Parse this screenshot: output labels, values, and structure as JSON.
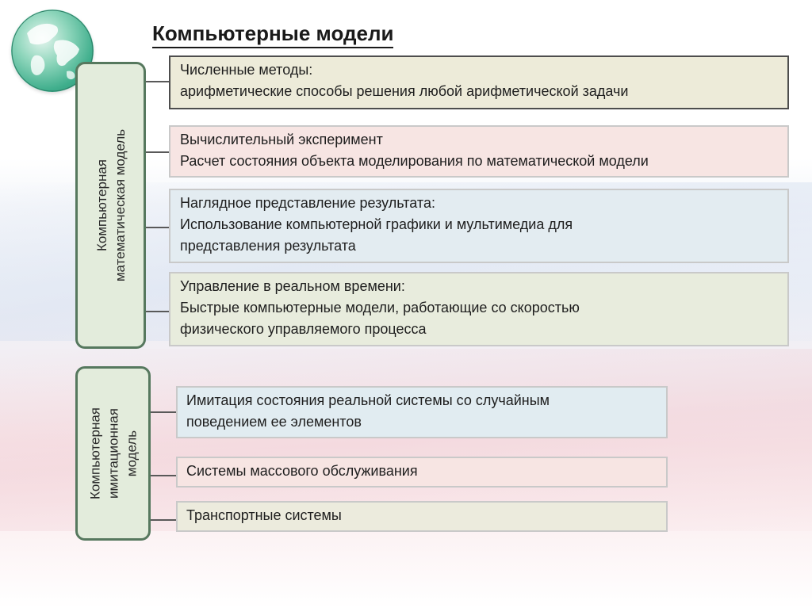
{
  "title": "Компьютерные модели",
  "groups": [
    {
      "label_lines": [
        "Компьютерная",
        "математическая модель"
      ],
      "items": [
        {
          "lines": [
            "Численные методы:",
            "арифметические способы решения любой арифметической задачи"
          ]
        },
        {
          "lines": [
            "Вычислительный эксперимент",
            "Расчет состояния объекта моделирования по математической модели"
          ]
        },
        {
          "lines": [
            "Наглядное представление результата:",
            "Использование компьютерной графики и мультимедиа для",
            "представления результата"
          ]
        },
        {
          "lines": [
            "Управление в реальном времени:",
            "Быстрые компьютерные модели, работающие со скоростью",
            "физического управляемого процесса"
          ]
        }
      ]
    },
    {
      "label_lines": [
        "Компьютерная",
        "имитационная",
        "модель"
      ],
      "items": [
        {
          "lines": [
            "Имитация состояния реальной системы со случайным",
            "поведением ее элементов"
          ]
        },
        {
          "lines": [
            "Системы массового обслуживания"
          ]
        },
        {
          "lines": [
            "Транспортные системы"
          ]
        }
      ]
    }
  ],
  "icons": {
    "logo": "globe-icon"
  },
  "colors": {
    "group_border": "#56785e",
    "group_fill": "#e3ecdc",
    "connector": "#595959"
  }
}
